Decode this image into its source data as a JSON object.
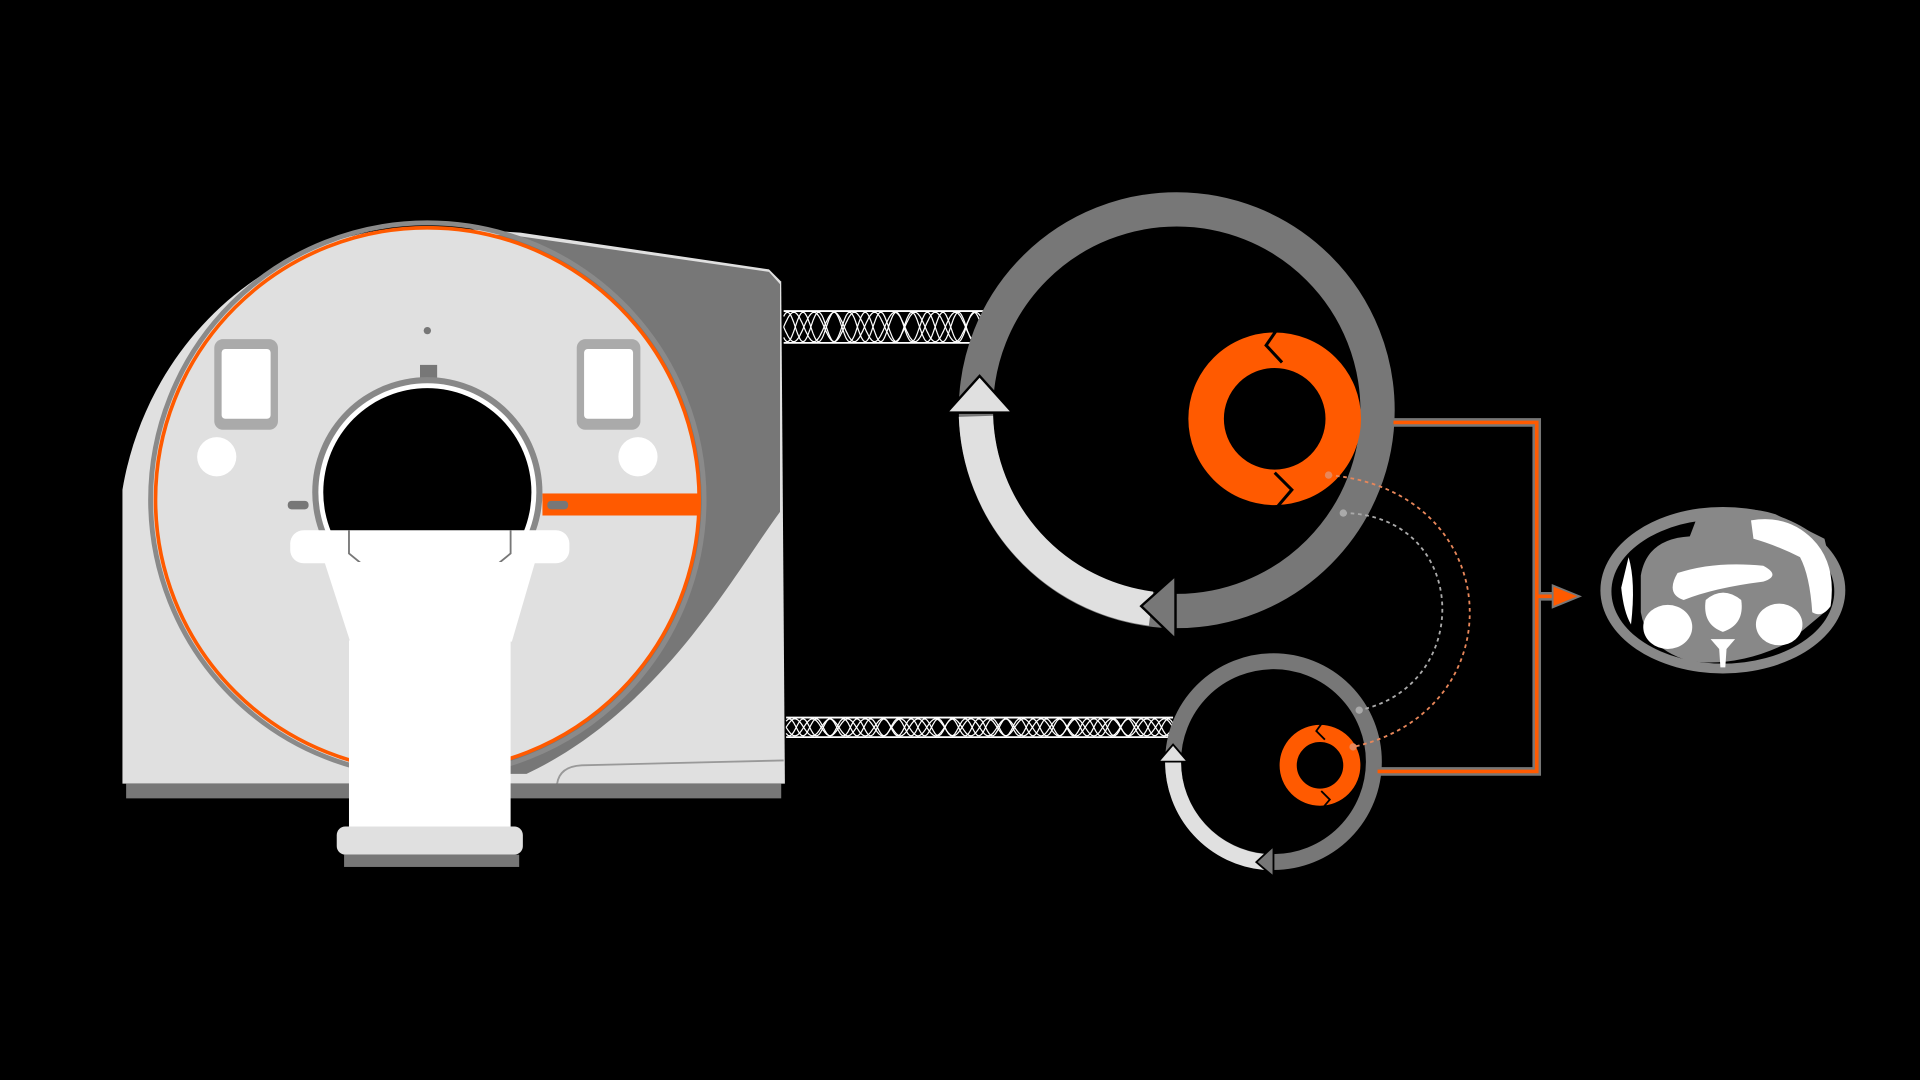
{
  "colors": {
    "background": "#000000",
    "accent": "#ff5a00",
    "light_gray": "#e0e0e0",
    "mid_gray": "#777777",
    "white": "#ffffff"
  },
  "icons": [
    "ct-scanner-gantry",
    "patient-table",
    "rotation-arrow-large",
    "rotation-arrow-small",
    "detector-ring-large",
    "detector-ring-small",
    "ct-axial-slice"
  ]
}
